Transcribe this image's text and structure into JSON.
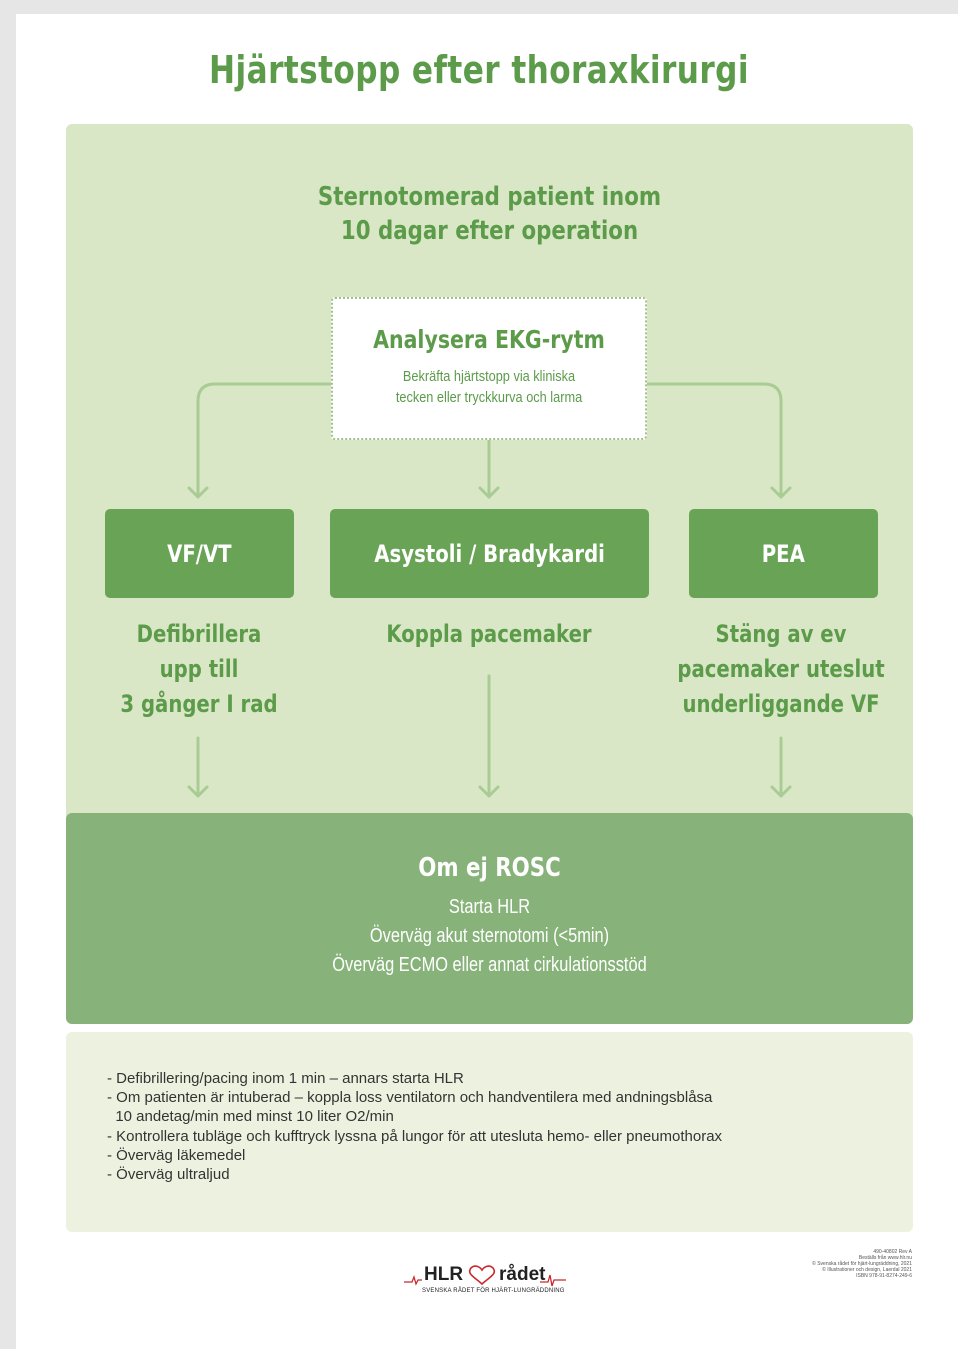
{
  "title": "Hjärtstopp efter thoraxkirurgi",
  "subtitle": [
    "Sternotomerad patient inom",
    "10 dagar efter operation"
  ],
  "analyze": {
    "heading": "Analysera EKG-rytm",
    "lines": [
      "Bekräfta hjärtstopp via kliniska",
      "tecken eller tryckkurva och larma"
    ]
  },
  "rhythms": [
    {
      "label": "VF/VT",
      "action": [
        "Defibrillera",
        "upp till",
        "3 gånger I rad"
      ]
    },
    {
      "label": "Asystoli / Bradykardi",
      "action": [
        "Koppla pacemaker"
      ]
    },
    {
      "label": "PEA",
      "action": [
        "Stäng av ev",
        "pacemaker uteslut",
        "underliggande VF"
      ]
    }
  ],
  "rosc": {
    "heading": "Om ej ROSC",
    "lines": [
      "Starta HLR",
      "Överväg akut sternotomi (<5min)",
      "Överväg ECMO eller annat cirkulationsstöd"
    ]
  },
  "notes": [
    "- Defibrillering/pacing inom 1 min – annars starta HLR",
    "- Om patienten är intuberad – koppla loss ventilatorn och handventilera med andningsblåsa",
    "  10 andetag/min med minst 10 liter O2/min",
    "- Kontrollera tubläge och kufftryck lyssna på lungor för att utesluta hemo- eller pneumothorax",
    "- Överväg läkemedel",
    "- Överväg ultraljud"
  ],
  "logo": {
    "left": "HLR",
    "right": "rådet",
    "tagline": "SVENSKA RÅDET FÖR HJÄRT-LUNGRÄDDNING"
  },
  "imprint": [
    "490-40802 Rev A",
    "Beställs från www.hlr.nu",
    "© Svenska rådet för hjärt-lungräddning, 2021",
    "© Illustrationer och design, Laerdal 2021",
    "ISBN 978-91-8274-249-6"
  ],
  "colors": {
    "green": "#5b9b4a",
    "dark_box": "#69a356",
    "panel": "#dae7c7",
    "rosc": "#87b37a",
    "arrow": "#a9cb94"
  }
}
